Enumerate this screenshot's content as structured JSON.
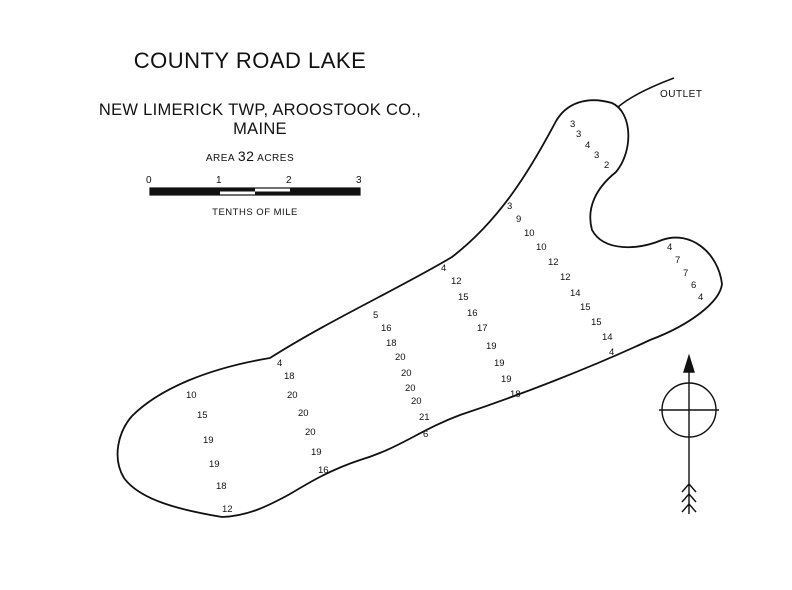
{
  "title": "COUNTY ROAD LAKE",
  "subtitle": "NEW LIMERICK TWP, AROOSTOOK CO., MAINE",
  "area": {
    "prefix": "AREA",
    "value": "32",
    "unit": "ACRES"
  },
  "scale": {
    "ticks": [
      "0",
      "1",
      "2",
      "3"
    ],
    "caption": "TENTHS OF MILE"
  },
  "outlet_label": "OUTLET",
  "colors": {
    "ink": "#111111",
    "paper": "#ffffff"
  },
  "icons": {
    "north_arrow": "north-arrow-icon"
  },
  "soundings": {
    "transect_1": [
      "10",
      "15",
      "19",
      "19",
      "18",
      "12"
    ],
    "transect_2": [
      "4",
      "18",
      "20",
      "20",
      "20",
      "19",
      "16"
    ],
    "transect_3": [
      "5",
      "16",
      "18",
      "20",
      "20",
      "20",
      "20",
      "21",
      "6"
    ],
    "transect_4": [
      "4",
      "12",
      "15",
      "16",
      "17",
      "19",
      "19",
      "19",
      "18"
    ],
    "transect_5": [
      "3",
      "9",
      "10",
      "10",
      "12",
      "12",
      "14",
      "15",
      "15",
      "14",
      "4"
    ],
    "transect_6": [
      "3",
      "3",
      "4",
      "3",
      "2"
    ],
    "transect_7": [
      "4",
      "7",
      "7",
      "6",
      "4"
    ]
  }
}
